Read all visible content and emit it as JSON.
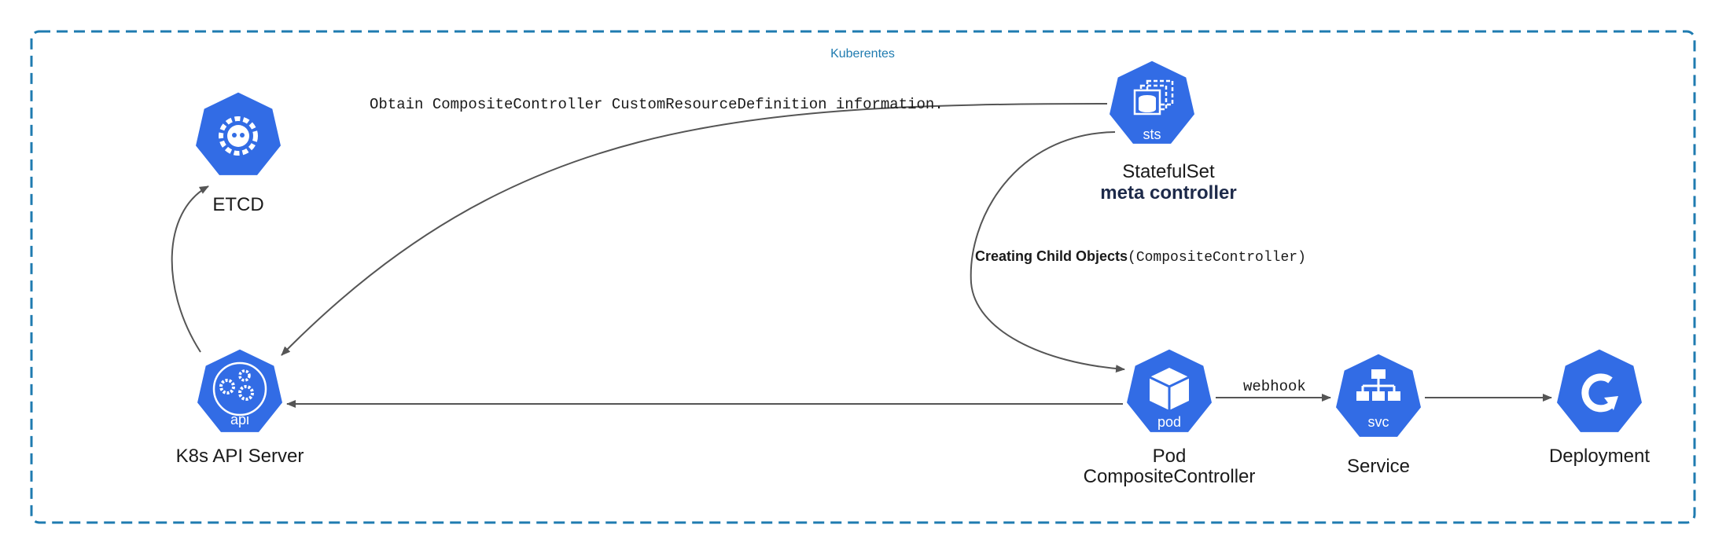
{
  "cluster": {
    "label": "Kuberentes"
  },
  "nodes": {
    "etcd": {
      "label": "ETCD",
      "icon": "etcd-icon"
    },
    "api_server": {
      "label": "K8s API Server",
      "icon_text": "api",
      "icon": "api-server-icon"
    },
    "statefulset": {
      "label_line1": "StatefulSet",
      "label_line2": "meta controller",
      "icon_text": "sts",
      "icon": "statefulset-icon"
    },
    "pod": {
      "label_line1": "Pod",
      "label_line2": "CompositeController",
      "icon_text": "pod",
      "icon": "pod-icon"
    },
    "service": {
      "label": "Service",
      "icon_text": "svc",
      "icon": "service-icon"
    },
    "deployment": {
      "label": "Deployment",
      "icon": "deployment-icon"
    }
  },
  "edges": {
    "crd_info": {
      "label": "Obtain CompositeController CustomResourceDefinition information."
    },
    "child_objects": {
      "label_bold": "Creating Child Objects",
      "label_rest": "(CompositeController)"
    },
    "webhook": {
      "label": "webhook"
    }
  },
  "colors": {
    "k8s_blue": "#326ce5",
    "cluster_border": "#1f7bb0",
    "edge": "#555555"
  }
}
